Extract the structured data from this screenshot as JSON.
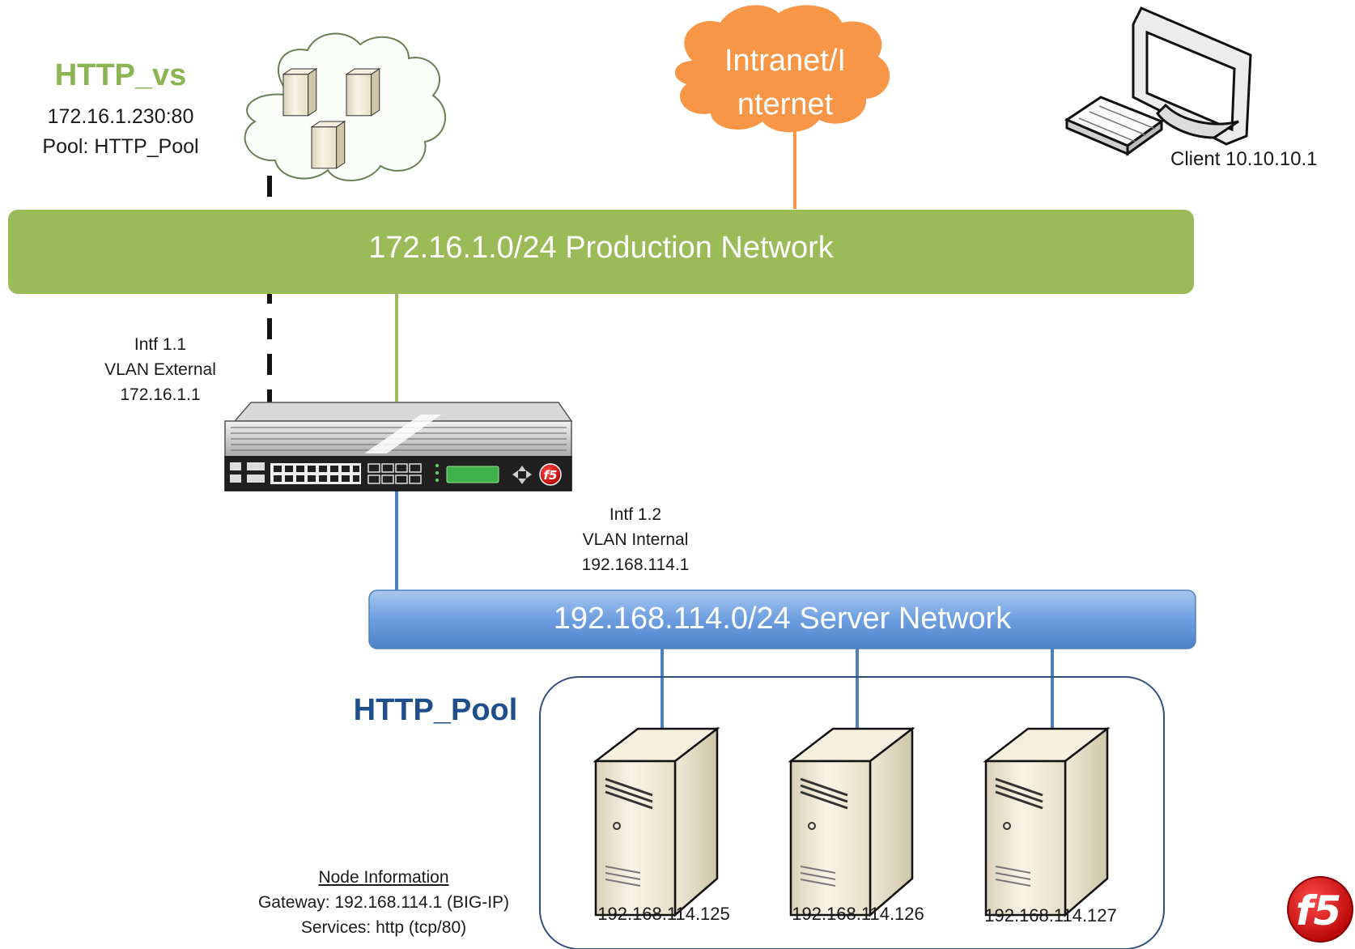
{
  "virtual_server": {
    "name": "HTTP_vs",
    "address": "172.16.1.230:80",
    "pool": "Pool: HTTP_Pool",
    "name_color": "#8bb453"
  },
  "internet_cloud": {
    "line1": "Intranet/I",
    "line2": "nternet",
    "color": "#f79646"
  },
  "client": {
    "label": "Client 10.10.10.1"
  },
  "production_network": {
    "label": "172.16.1.0/24 Production Network",
    "color": "#9bbb59"
  },
  "external_interface": {
    "line1": "Intf 1.1",
    "line2": "VLAN External",
    "line3": "172.16.1.1"
  },
  "internal_interface": {
    "line1": "Intf 1.2",
    "line2": "VLAN Internal",
    "line3": "192.168.114.1"
  },
  "server_network": {
    "label": "192.168.114.0/24 Server Network",
    "color": "#5b8fd6"
  },
  "pool": {
    "title": "HTTP_Pool",
    "title_color": "#1f4e8c",
    "members": [
      {
        "address": "192.168.114.125"
      },
      {
        "address": "192.168.114.126"
      },
      {
        "address": "192.168.114.127"
      }
    ]
  },
  "node_info": {
    "heading": "Node Information",
    "gateway": "Gateway: 192.168.114.1 (BIG-IP)",
    "services": "Services: http (tcp/80)"
  },
  "icons": [
    "server-icon",
    "cloud-icon",
    "computer-icon",
    "big-ip-appliance-icon",
    "f5-logo-icon"
  ]
}
